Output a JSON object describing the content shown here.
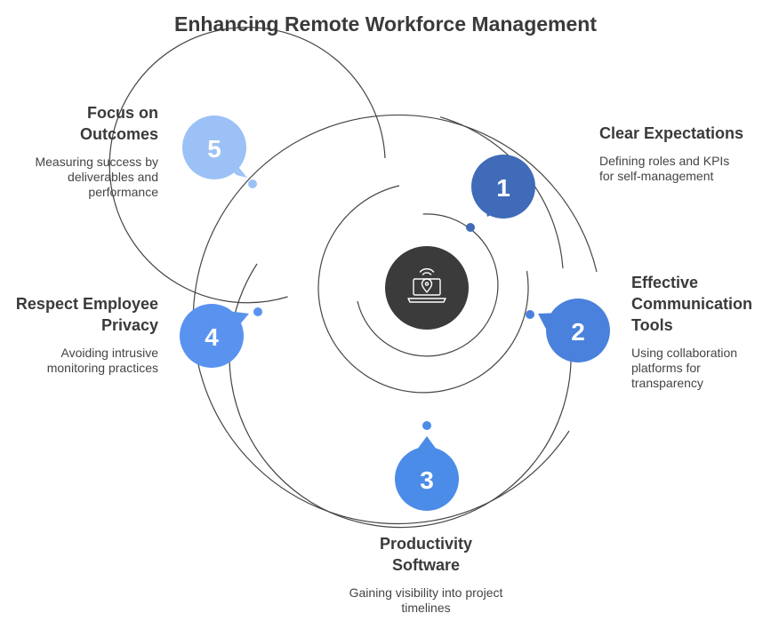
{
  "title": "Enhancing Remote Workforce Management",
  "colors": {
    "ring": "#454545",
    "center": "#3b3b3b",
    "step1": "#3f6bb8",
    "step2": "#4a81dc",
    "step3": "#4b8ce8",
    "step4": "#5a93ef",
    "step5": "#9cc1f6"
  },
  "center_icon": "laptop-location-icon",
  "steps": [
    {
      "number": "1",
      "title": "Clear Expectations",
      "description": "Defining roles and KPIs\nfor self-management"
    },
    {
      "number": "2",
      "title": "Effective\nCommunication\nTools",
      "description": "Using collaboration\nplatforms for\ntransparency"
    },
    {
      "number": "3",
      "title": "Productivity\nSoftware",
      "description": "Gaining visibility into project\ntimelines"
    },
    {
      "number": "4",
      "title": "Respect Employee\nPrivacy",
      "description": "Avoiding intrusive\nmonitoring practices"
    },
    {
      "number": "5",
      "title": "Focus on\nOutcomes",
      "description": "Measuring success by\ndeliverables and\nperformance"
    }
  ]
}
